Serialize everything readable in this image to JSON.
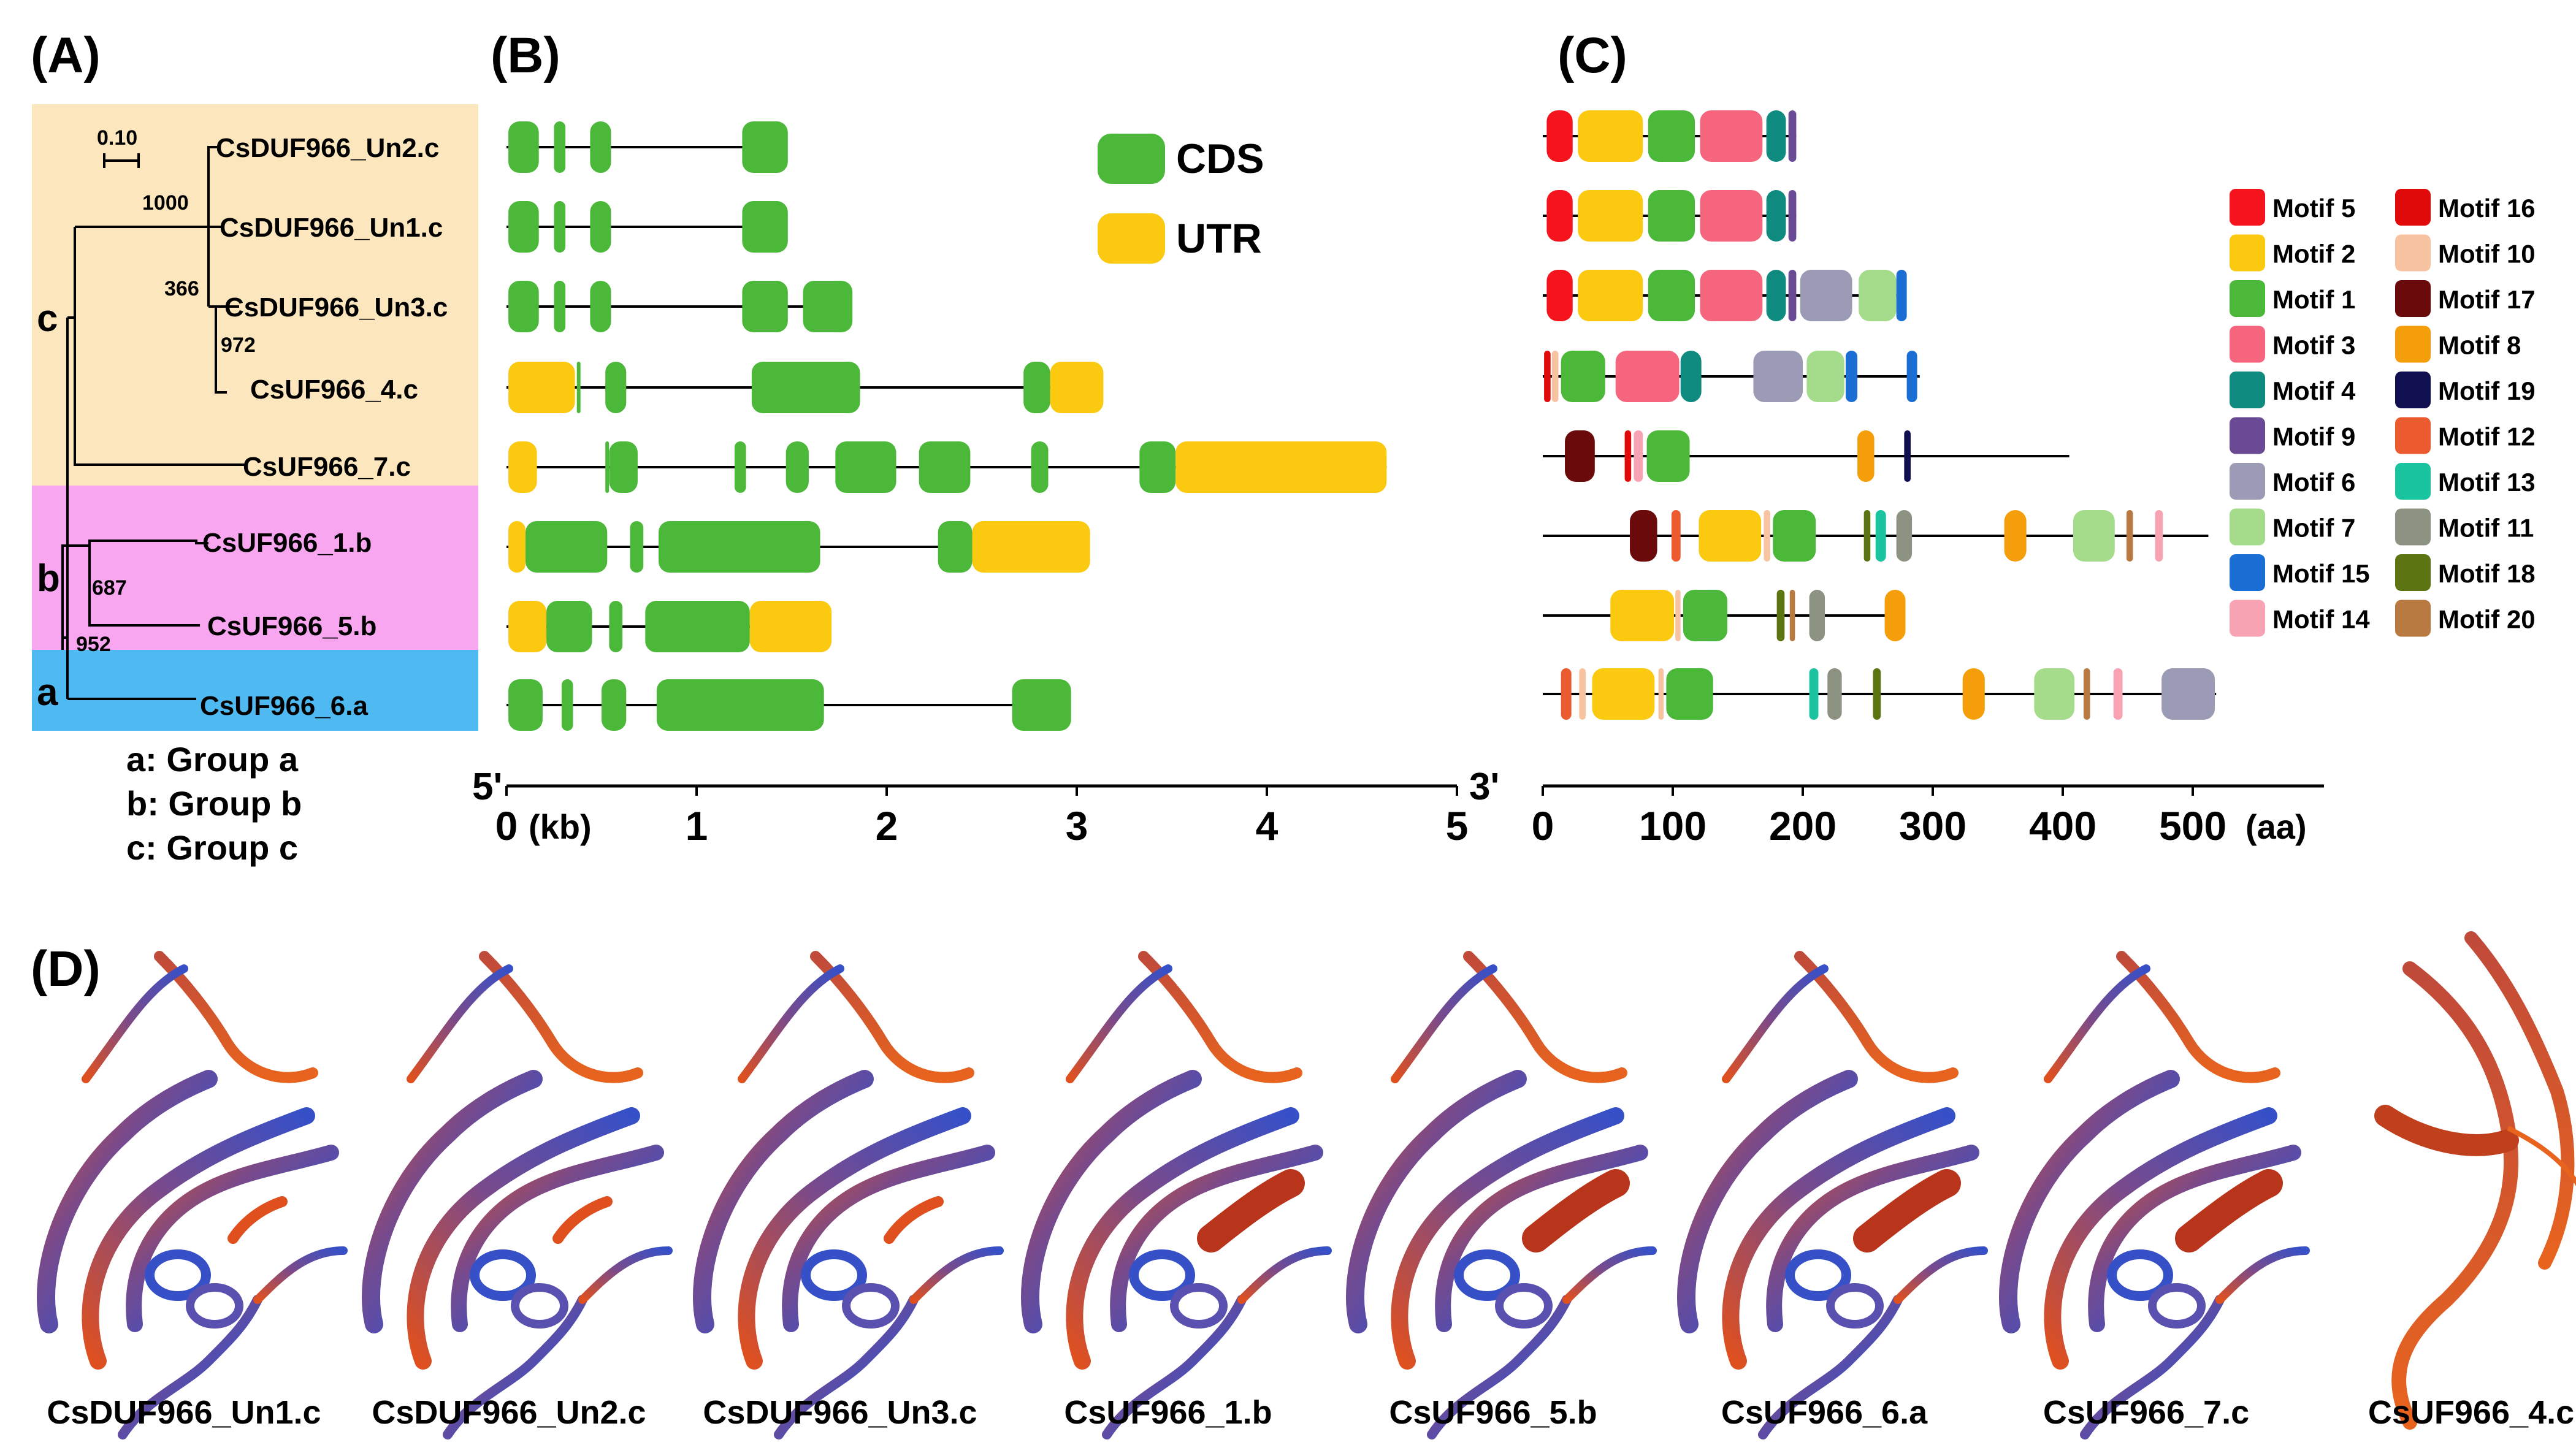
{
  "panel_labels": {
    "A": "(A)",
    "B": "(B)",
    "C": "(C)",
    "D": "(D)"
  },
  "colors": {
    "group_c": "#fbe6bd",
    "group_b": "#f7a6ef",
    "group_a": "#4fb9f2",
    "cds": "#4cb83a",
    "utr": "#fcc911",
    "ribbon_blue": "#3650c8",
    "ribbon_purple": "#7a4a8a",
    "ribbon_orange": "#e0501e"
  },
  "tree": {
    "scale": "0.10",
    "group_labels": [
      "c",
      "b",
      "a"
    ],
    "leaves": [
      "CsDUF966_Un2.c",
      "CsDUF966_Un1.c",
      "CsDUF966_Un3.c",
      "CsUF966_4.c",
      "CsUF966_7.c",
      "CsUF966_1.b",
      "CsUF966_5.b",
      "CsUF966_6.a"
    ],
    "bootstrap": [
      "1000",
      "366",
      "972",
      "687",
      "952"
    ],
    "legend": [
      "a: Group a",
      "b: Group b",
      "c: Group c"
    ]
  },
  "gene_structure": {
    "legend": {
      "cds": "CDS",
      "utr": "UTR"
    },
    "end5": "5'",
    "end3": "3'",
    "axis_ticks": [
      "0",
      "1",
      "2",
      "3",
      "4",
      "5"
    ],
    "unit": "(kb)",
    "genes": [
      {
        "len": 1.45,
        "segs": [
          [
            "c",
            0.01,
            0.17
          ],
          [
            "c",
            0.25,
            0.31
          ],
          [
            "c",
            0.44,
            0.55
          ],
          [
            "c",
            1.24,
            1.48
          ]
        ]
      },
      {
        "len": 1.45,
        "segs": [
          [
            "c",
            0.01,
            0.17
          ],
          [
            "c",
            0.25,
            0.31
          ],
          [
            "c",
            0.44,
            0.55
          ],
          [
            "c",
            1.24,
            1.48
          ]
        ]
      },
      {
        "len": 1.78,
        "segs": [
          [
            "c",
            0.01,
            0.17
          ],
          [
            "c",
            0.25,
            0.31
          ],
          [
            "c",
            0.44,
            0.55
          ],
          [
            "c",
            1.24,
            1.48
          ],
          [
            "c",
            1.56,
            1.82
          ]
        ]
      },
      {
        "len": 3.1,
        "segs": [
          [
            "u",
            0.01,
            0.36
          ],
          [
            "c",
            0.37,
            0.38
          ],
          [
            "c",
            0.52,
            0.63
          ],
          [
            "c",
            1.29,
            1.86
          ],
          [
            "c",
            2.72,
            2.86
          ],
          [
            "u",
            2.86,
            3.14
          ]
        ]
      },
      {
        "len": 4.63,
        "segs": [
          [
            "u",
            0.01,
            0.16
          ],
          [
            "c",
            0.52,
            0.53
          ],
          [
            "c",
            0.54,
            0.69
          ],
          [
            "c",
            1.2,
            1.26
          ],
          [
            "c",
            1.47,
            1.59
          ],
          [
            "c",
            1.73,
            2.05
          ],
          [
            "c",
            2.17,
            2.44
          ],
          [
            "c",
            2.76,
            2.85
          ],
          [
            "c",
            3.33,
            3.52
          ],
          [
            "u",
            3.52,
            4.63
          ]
        ]
      },
      {
        "len": 3.0,
        "segs": [
          [
            "u",
            0.01,
            0.1
          ],
          [
            "c",
            0.1,
            0.53
          ],
          [
            "c",
            0.65,
            0.72
          ],
          [
            "c",
            0.8,
            1.65
          ],
          [
            "c",
            2.27,
            2.45
          ],
          [
            "u",
            2.45,
            3.07
          ]
        ]
      },
      {
        "len": 1.7,
        "segs": [
          [
            "u",
            0.01,
            0.21
          ],
          [
            "c",
            0.21,
            0.45
          ],
          [
            "c",
            0.54,
            0.61
          ],
          [
            "c",
            0.73,
            1.28
          ],
          [
            "u",
            1.28,
            1.71
          ]
        ]
      },
      {
        "len": 2.95,
        "segs": [
          [
            "c",
            0.01,
            0.19
          ],
          [
            "c",
            0.29,
            0.35
          ],
          [
            "c",
            0.5,
            0.63
          ],
          [
            "c",
            0.79,
            1.67
          ],
          [
            "c",
            2.66,
            2.97
          ]
        ]
      }
    ]
  },
  "motifs": {
    "legend": [
      {
        "name": "Motif 5",
        "color": "#f5141e"
      },
      {
        "name": "Motif 2",
        "color": "#fcc911"
      },
      {
        "name": "Motif 1",
        "color": "#4cb83a"
      },
      {
        "name": "Motif 3",
        "color": "#f5657e"
      },
      {
        "name": "Motif 4",
        "color": "#0f8a7e"
      },
      {
        "name": "Motif 9",
        "color": "#6a4a94"
      },
      {
        "name": "Motif 6",
        "color": "#9b9bb5"
      },
      {
        "name": "Motif 7",
        "color": "#a5dc8c"
      },
      {
        "name": "Motif 15",
        "color": "#1a6ed4"
      },
      {
        "name": "Motif 14",
        "color": "#f7a3b3"
      },
      {
        "name": "Motif 16",
        "color": "#e00a0a"
      },
      {
        "name": "Motif 10",
        "color": "#f8c3a0"
      },
      {
        "name": "Motif 17",
        "color": "#6b0a0a"
      },
      {
        "name": "Motif 8",
        "color": "#f59e0b"
      },
      {
        "name": "Motif 19",
        "color": "#101050"
      },
      {
        "name": "Motif 12",
        "color": "#ec5b30"
      },
      {
        "name": "Motif 13",
        "color": "#1ac4a0"
      },
      {
        "name": "Motif 11",
        "color": "#8c9382"
      },
      {
        "name": "Motif 18",
        "color": "#5c7512"
      },
      {
        "name": "Motif 20",
        "color": "#b87a40"
      }
    ],
    "axis_ticks": [
      "0",
      "100",
      "200",
      "300",
      "400",
      "500"
    ],
    "unit": "(aa)",
    "proteins": [
      {
        "len": 195,
        "blocks": [
          [
            0,
            3,
            23
          ],
          [
            1,
            27,
            77
          ],
          [
            2,
            81,
            117
          ],
          [
            3,
            121,
            169
          ],
          [
            4,
            172,
            187
          ],
          [
            5,
            189,
            195
          ]
        ]
      },
      {
        "len": 195,
        "blocks": [
          [
            0,
            3,
            23
          ],
          [
            1,
            27,
            77
          ],
          [
            2,
            81,
            117
          ],
          [
            3,
            121,
            169
          ],
          [
            4,
            172,
            187
          ],
          [
            5,
            189,
            195
          ]
        ]
      },
      {
        "len": 278,
        "blocks": [
          [
            0,
            3,
            23
          ],
          [
            1,
            27,
            77
          ],
          [
            2,
            81,
            117
          ],
          [
            3,
            121,
            169
          ],
          [
            4,
            172,
            187
          ],
          [
            5,
            189,
            195
          ],
          [
            6,
            198,
            238
          ],
          [
            7,
            243,
            272
          ],
          [
            8,
            272,
            280
          ]
        ]
      },
      {
        "len": 290,
        "blocks": [
          [
            10,
            1,
            6
          ],
          [
            11,
            7,
            12
          ],
          [
            2,
            14,
            48
          ],
          [
            3,
            56,
            105
          ],
          [
            4,
            106,
            122
          ],
          [
            6,
            162,
            200
          ],
          [
            7,
            203,
            232
          ],
          [
            8,
            233,
            242
          ],
          [
            8,
            280,
            288
          ]
        ]
      },
      {
        "len": 405,
        "blocks": [
          [
            12,
            17,
            40
          ],
          [
            10,
            63,
            68
          ],
          [
            9,
            70,
            77
          ],
          [
            2,
            80,
            113
          ],
          [
            13,
            242,
            255
          ],
          [
            14,
            278,
            283
          ]
        ]
      },
      {
        "len": 512,
        "blocks": [
          [
            12,
            67,
            88
          ],
          [
            15,
            99,
            106
          ],
          [
            1,
            120,
            168
          ],
          [
            11,
            170,
            175
          ],
          [
            2,
            177,
            210
          ],
          [
            18,
            247,
            252
          ],
          [
            16,
            256,
            264
          ],
          [
            17,
            272,
            284
          ],
          [
            13,
            355,
            372
          ],
          [
            7,
            408,
            440
          ],
          [
            19,
            449,
            454
          ],
          [
            9,
            471,
            477
          ]
        ]
      },
      {
        "len": 275,
        "blocks": [
          [
            1,
            52,
            101
          ],
          [
            11,
            102,
            106
          ],
          [
            2,
            108,
            142
          ],
          [
            18,
            180,
            186
          ],
          [
            19,
            190,
            194
          ],
          [
            17,
            205,
            217
          ],
          [
            13,
            263,
            279
          ]
        ]
      },
      {
        "len": 518,
        "blocks": [
          [
            15,
            14,
            22
          ],
          [
            11,
            28,
            33
          ],
          [
            1,
            38,
            86
          ],
          [
            11,
            89,
            93
          ],
          [
            2,
            95,
            131
          ],
          [
            16,
            205,
            212
          ],
          [
            17,
            219,
            230
          ],
          [
            18,
            254,
            260
          ],
          [
            13,
            323,
            340
          ],
          [
            7,
            378,
            409
          ],
          [
            19,
            416,
            421
          ],
          [
            9,
            439,
            446
          ],
          [
            6,
            476,
            517
          ]
        ]
      }
    ]
  },
  "structures": {
    "names": [
      "CsDUF966_Un1.c",
      "CsDUF966_Un2.c",
      "CsDUF966_Un3.c",
      "CsUF966_1.b",
      "CsUF966_5.b",
      "CsUF966_6.a",
      "CsUF966_7.c",
      "CsUF966_4.c"
    ]
  }
}
